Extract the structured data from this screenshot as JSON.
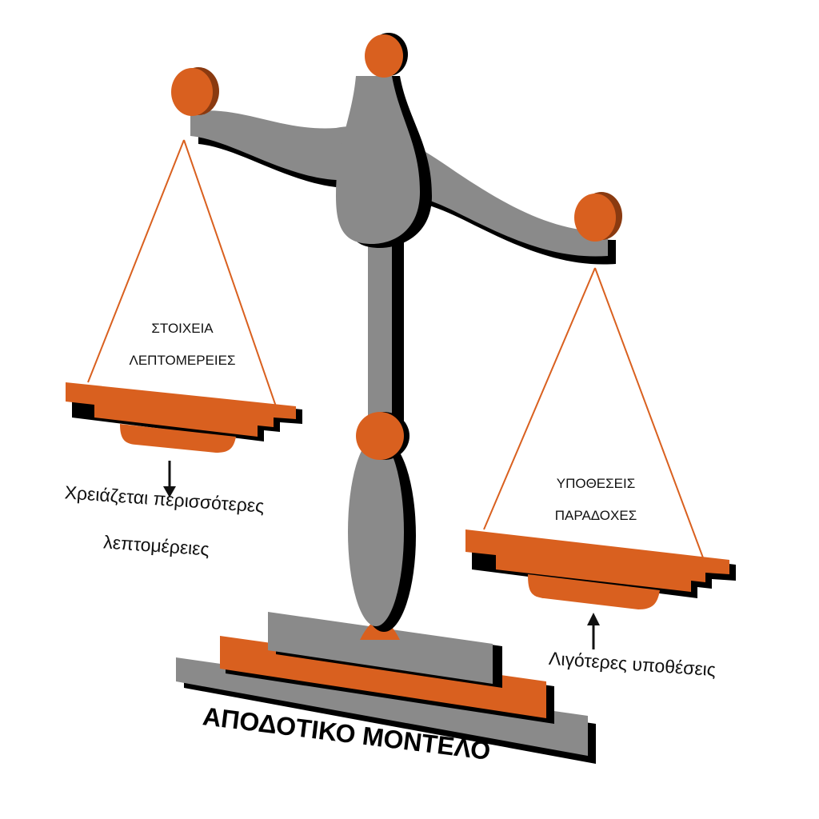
{
  "colors": {
    "orange": "#d9601f",
    "gray": "#8a8a8a",
    "shadow": "#000000",
    "string": "#d9601f",
    "text": "#111111"
  },
  "left_pan": {
    "line1": "ΣΤΟΙΧΕΙΑ",
    "line2": "ΛΕΠΤΟΜΕΡΕΙΕΣ"
  },
  "right_pan": {
    "line1": "ΥΠΟΘΕΣΕΙΣ",
    "line2": "ΠΑΡΑΔΟΧΕΣ"
  },
  "left_note": {
    "arrow": "down-arrow-icon",
    "line1": "Χρειάζεται περισσότερες",
    "line2": "λεπτομέρειες"
  },
  "right_note": {
    "arrow": "up-arrow-icon",
    "line1": "Λιγότερες υποθέσεις"
  },
  "title": "ΑΠΟΔΟΤΙΚΟ ΜΟΝΤΕΛΟ"
}
